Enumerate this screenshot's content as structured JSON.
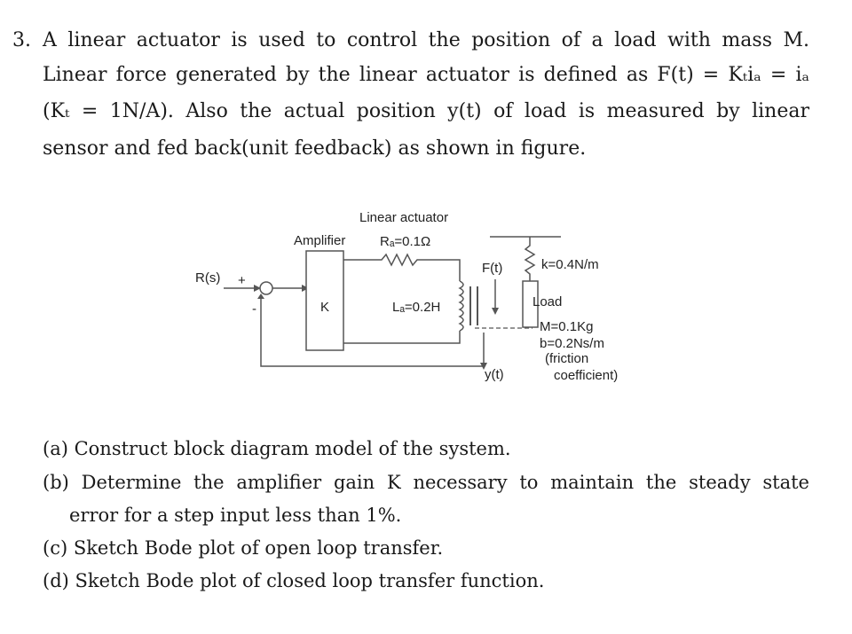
{
  "problem": {
    "number": "3.",
    "line1": "A linear actuator is used to control the position of a load with mass M.",
    "line2": "Linear force generated by the linear actuator is defined as F(t) = Kₜiₐ = iₐ",
    "line3": "(Kₜ = 1N/A). Also the actual position y(t) of load is measured by linear",
    "line4": "sensor and fed back(unit feedback) as shown in figure."
  },
  "diagram": {
    "title": "Linear actuator",
    "amplifier": "Amplifier",
    "resistance": "Rₐ=0.1Ω",
    "gain": "K",
    "inductance": "Lₐ=0.2H",
    "input": "R(s)",
    "plus": "+",
    "minus": "-",
    "force": "F(t)",
    "spring": "k=0.4N/m",
    "load": "Load",
    "mass": "M=0.1Kg",
    "friction": "b=0.2Ns/m",
    "friction_note1": "(friction",
    "friction_note2": "coefficient)",
    "output": "y(t)"
  },
  "parts": {
    "a": "(a) Construct block diagram model of the system.",
    "b1": "(b) Determine the amplifier gain K necessary to maintain the steady state",
    "b2": "error for a step input less than 1%.",
    "c": "(c) Sketch Bode plot of open loop transfer.",
    "d": "(d) Sketch Bode plot of closed loop transfer function."
  }
}
